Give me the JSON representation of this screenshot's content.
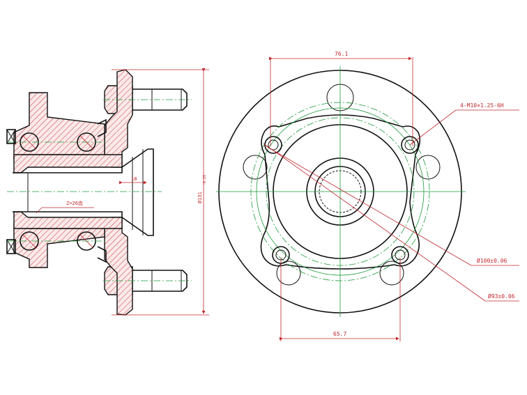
{
  "dimensions": {
    "bolt_spacing_top": "76.1",
    "thread_spec": "4-M10×1.25-6H",
    "pilot_diameter": "Ø100±0.06",
    "bore_diameter": "Ø93±0.06",
    "bolt_spacing_bottom": "65.7",
    "flange_width": "18",
    "spline_count": "Z=26齿",
    "vertical_diameter": "Ø131",
    "vertical_tolerance": "-0.25"
  },
  "colors": {
    "outline": "#111111",
    "dimension": "#c0282d",
    "centerline": "#1c9a3a"
  }
}
